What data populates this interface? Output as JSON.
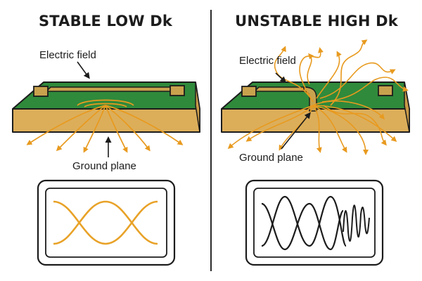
{
  "left_panel": {
    "title": "STABLE LOW Dk",
    "electric_field_label": "Electric field",
    "ground_plane_label": "Ground plane"
  },
  "right_panel": {
    "title": "UNSTABLE HIGH Dk",
    "electric_field_label": "Electric field",
    "ground_plane_label": "Ground plane"
  },
  "colors": {
    "board_top": "#2f8a3b",
    "board_side": "#dcae5a",
    "trace": "#c9a24e",
    "field": "#e89a1f",
    "ink": "#1c1c1c"
  },
  "icons": [
    "arrow-icon",
    "pcb-board",
    "oscilloscope-screen"
  ]
}
